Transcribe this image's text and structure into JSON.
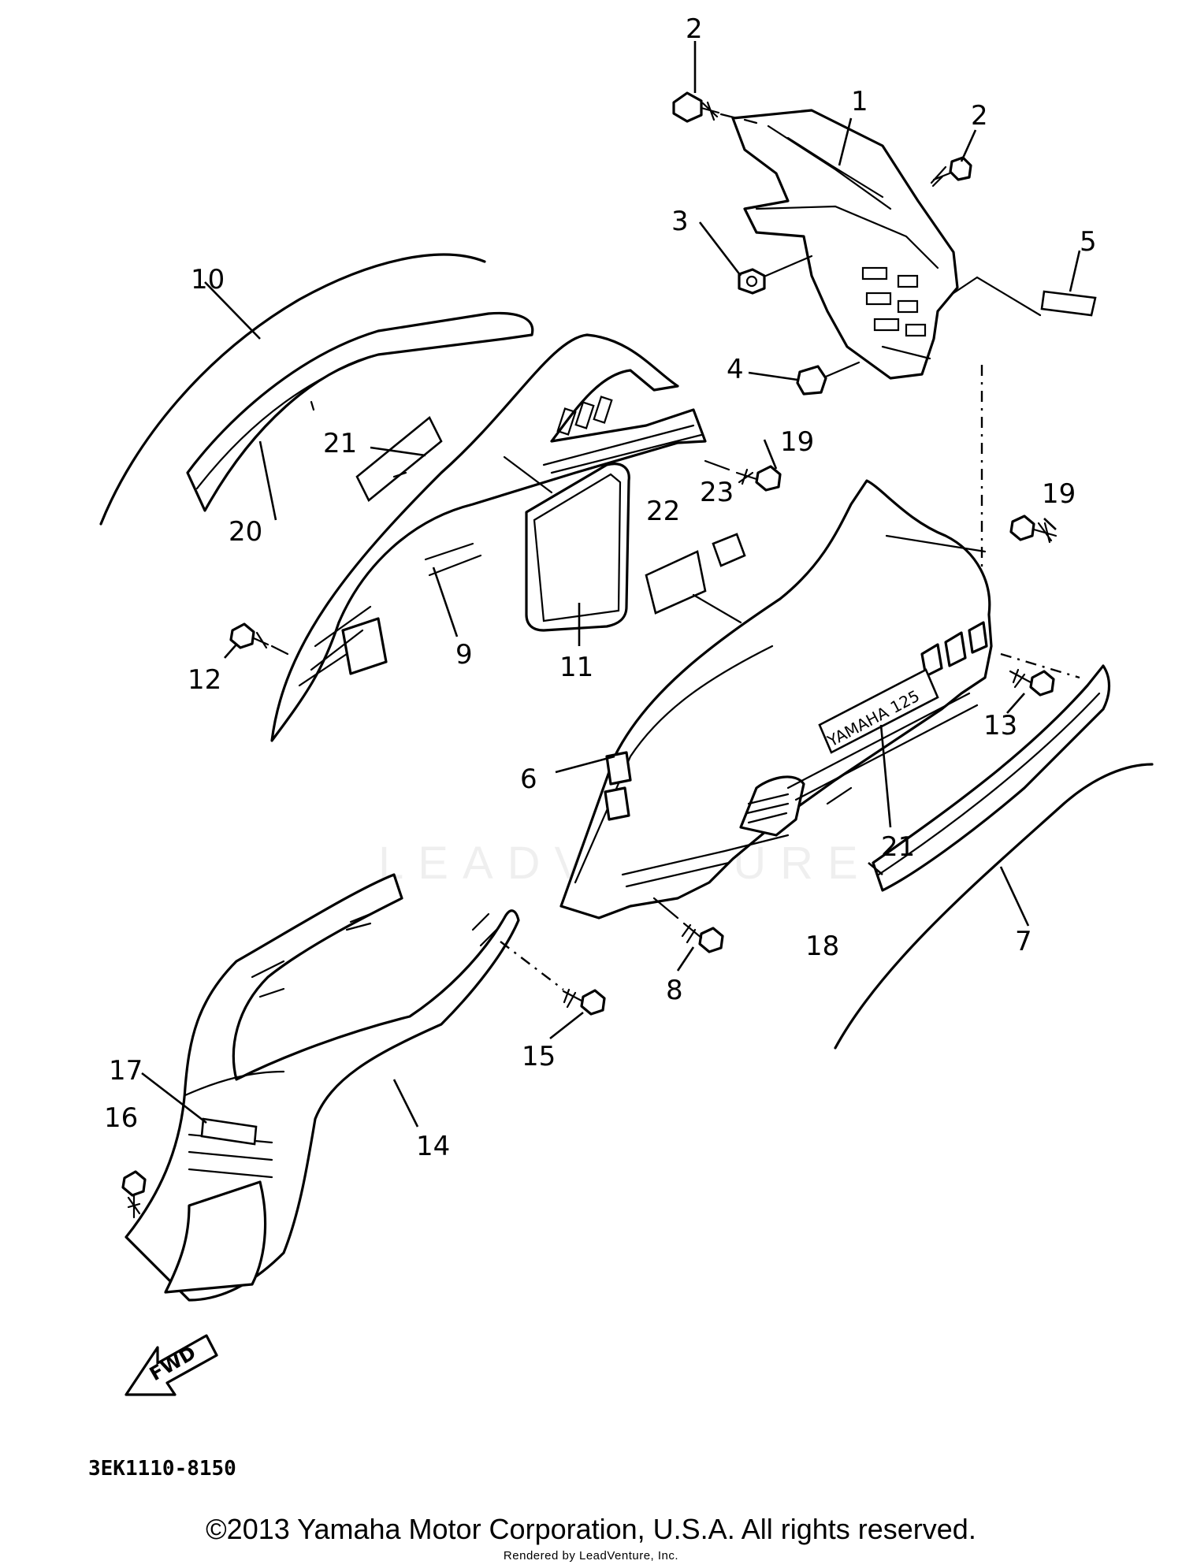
{
  "callouts": {
    "c1": "1",
    "c2a": "2",
    "c2b": "2",
    "c3": "3",
    "c4": "4",
    "c5": "5",
    "c6": "6",
    "c7": "7",
    "c8": "8",
    "c9": "9",
    "c10": "10",
    "c11": "11",
    "c12": "12",
    "c13": "13",
    "c14": "14",
    "c15": "15",
    "c16": "16",
    "c17": "17",
    "c18": "18",
    "c19a": "19",
    "c19b": "19",
    "c20": "20",
    "c21a": "21",
    "c21b": "21",
    "c22": "22",
    "c23": "23"
  },
  "diagram_code": "3EK1110-8150",
  "fwd_label": "FWD",
  "brand_decal": "YAMAHA 125",
  "watermark": "LEADVENTURE",
  "footer": {
    "copyright": "©2013 Yamaha Motor Corporation, U.S.A. All rights reserved.",
    "rendered_by": "Rendered by LeadVenture, Inc."
  }
}
